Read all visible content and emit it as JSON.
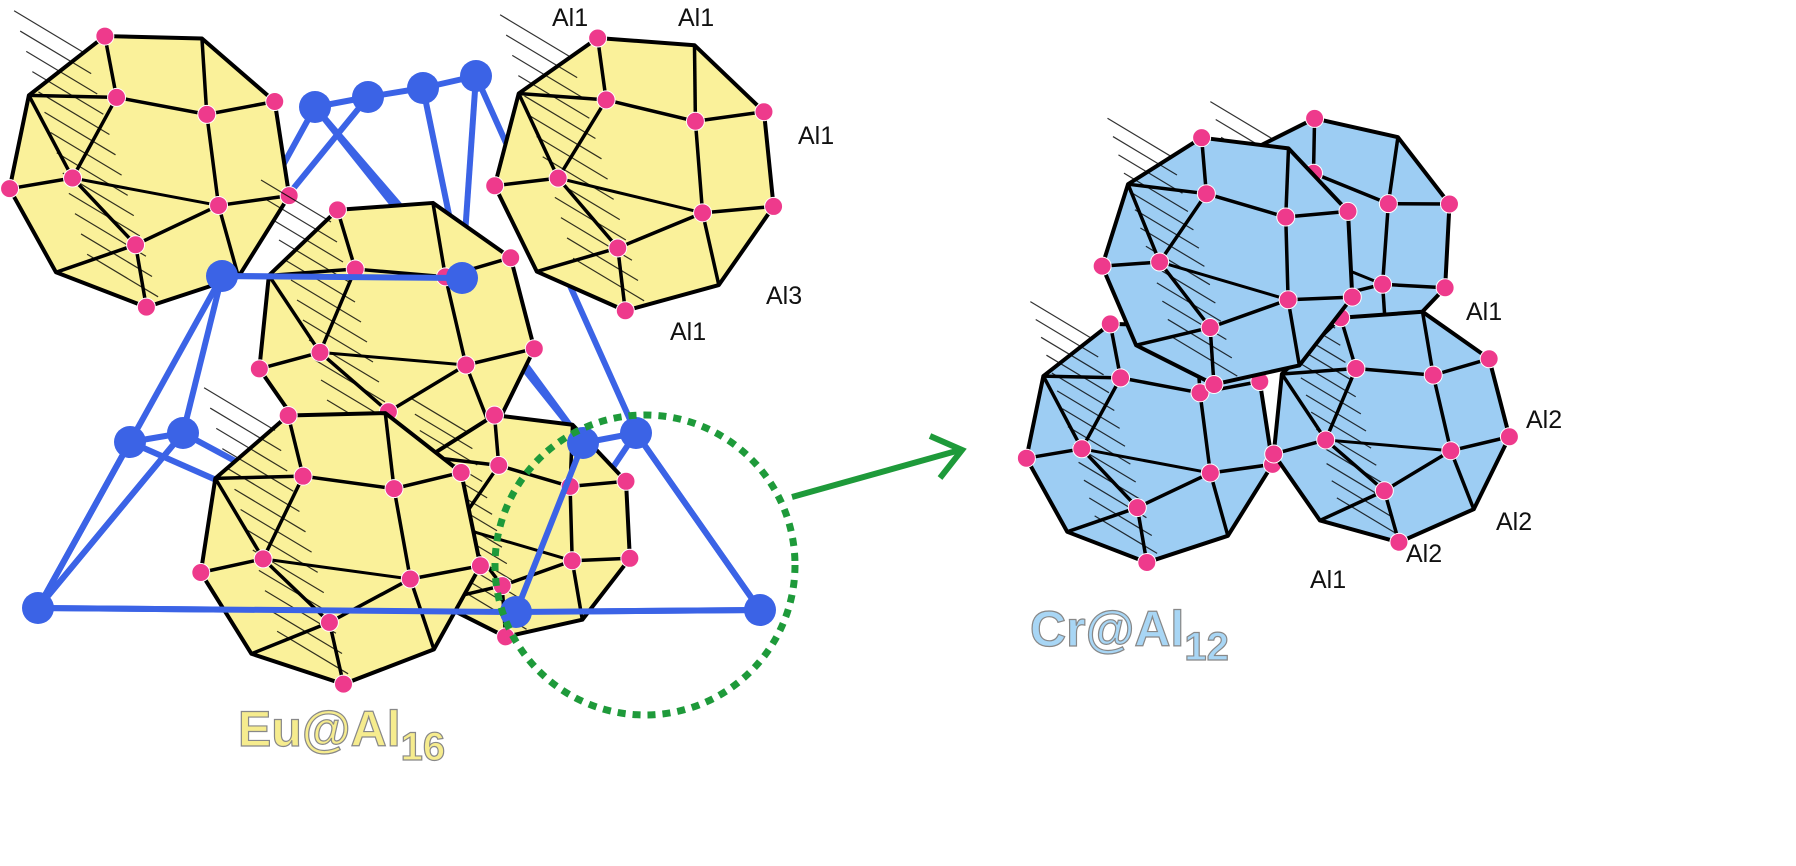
{
  "left_structure": {
    "name": "Eu@Al",
    "subscript": "16",
    "color": "#fbf3a0",
    "atom_labels": [
      "Al1",
      "Al1",
      "Al1",
      "Al3",
      "Al1"
    ]
  },
  "right_structure": {
    "name": "Cr@Al",
    "subscript": "12",
    "color": "#9ecff5",
    "atom_labels": [
      "Al1",
      "Al2",
      "Al2",
      "Al2",
      "Al1"
    ]
  },
  "colors": {
    "atom": "#ee3a8c",
    "network": "#3b63e6",
    "highlight": "#1e9a3a",
    "yellow_poly": "#faf19a",
    "blue_poly": "#9dcdf3"
  }
}
